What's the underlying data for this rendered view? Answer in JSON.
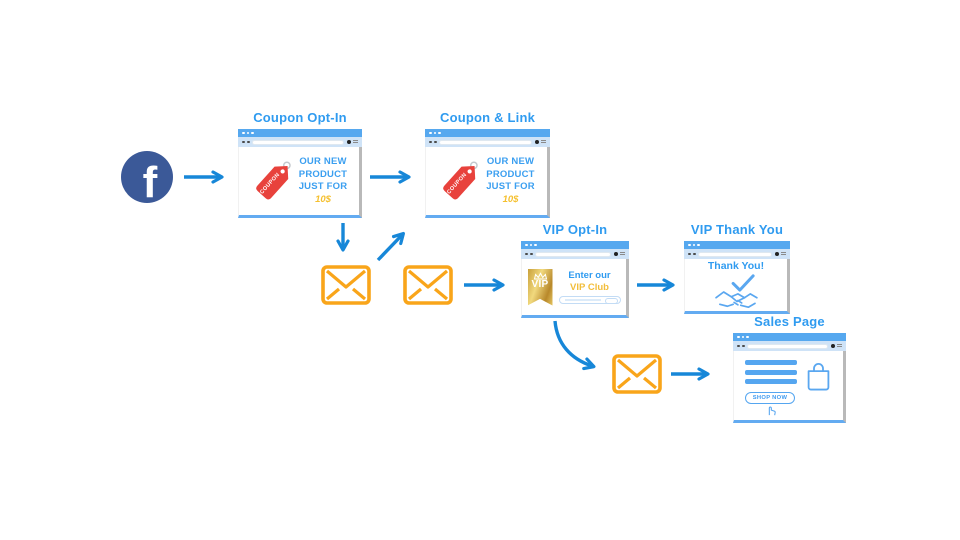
{
  "diagram": {
    "facebook": {
      "name": "Facebook",
      "letter": "f"
    },
    "coupon_opt_in": {
      "title": "Coupon Opt-In",
      "tag_label": "COUPON",
      "lines": [
        "OUR NEW",
        "PRODUCT",
        "JUST FOR"
      ],
      "price": "10$"
    },
    "coupon_link": {
      "title": "Coupon & Link",
      "tag_label": "COUPON",
      "lines": [
        "OUR NEW",
        "PRODUCT",
        "JUST FOR"
      ],
      "price": "10$"
    },
    "vip_opt_in": {
      "title": "VIP Opt-In",
      "badge_label": "VIP",
      "text_line1": "Enter our",
      "text_line2": "VIP Club"
    },
    "vip_thank_you": {
      "title": "VIP Thank You",
      "message": "Thank You!"
    },
    "sales_page": {
      "title": "Sales Page",
      "button_label": "SHOP NOW"
    },
    "connections": [
      "facebook -> coupon_opt_in",
      "coupon_opt_in -> coupon_link",
      "coupon_opt_in -> email_1",
      "email_1 -> coupon_link",
      "email_2 -> vip_opt_in",
      "vip_opt_in -> vip_thank_you",
      "vip_opt_in -> email_3",
      "email_3 -> sales_page"
    ],
    "colors": {
      "arrow_blue": "#1787d8",
      "title_blue": "#2f9bf0",
      "facebook_blue": "#3b5998",
      "envelope_orange": "#f9a51a",
      "coupon_red": "#e8423c",
      "price_gold": "#f5c02f",
      "window_bar_blue": "#56a8ef",
      "toolbar_blue": "#cfe3f7",
      "vip_gold": "#d4a73c",
      "scrollbar_gray": "#b9b9b9"
    }
  }
}
